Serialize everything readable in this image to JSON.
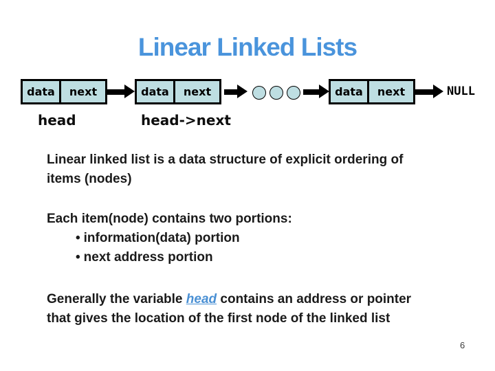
{
  "slide": {
    "title": "Linear Linked Lists",
    "page_number": "6"
  },
  "diagram": {
    "nodes": [
      {
        "data_label": "data",
        "next_label": "next"
      },
      {
        "data_label": "data",
        "next_label": "next"
      },
      {
        "data_label": "data",
        "next_label": "next"
      }
    ],
    "head_label": "head",
    "head_next_label": "head->next",
    "null_label": "NULL",
    "ellipsis_circle_count": 3
  },
  "body": {
    "p1": {
      "line1": "Linear linked list is a data structure of explicit ordering of",
      "line2": "items (nodes)"
    },
    "p2": {
      "heading": "Each item(node) contains two portions:",
      "bullet_char": "•",
      "items": [
        "information(data) portion",
        "next address portion"
      ]
    },
    "p3": {
      "prefix": "Generally the variable ",
      "link": "head",
      "suffix": " contains an address or pointer",
      "line2": "that gives the location of the first node of the linked list"
    }
  },
  "colors": {
    "title_blue": "#4a94dc",
    "link_blue": "#4a90d4",
    "node_fill": "#bedee2",
    "ink": "#000000",
    "body_text": "#1a1a1a"
  }
}
